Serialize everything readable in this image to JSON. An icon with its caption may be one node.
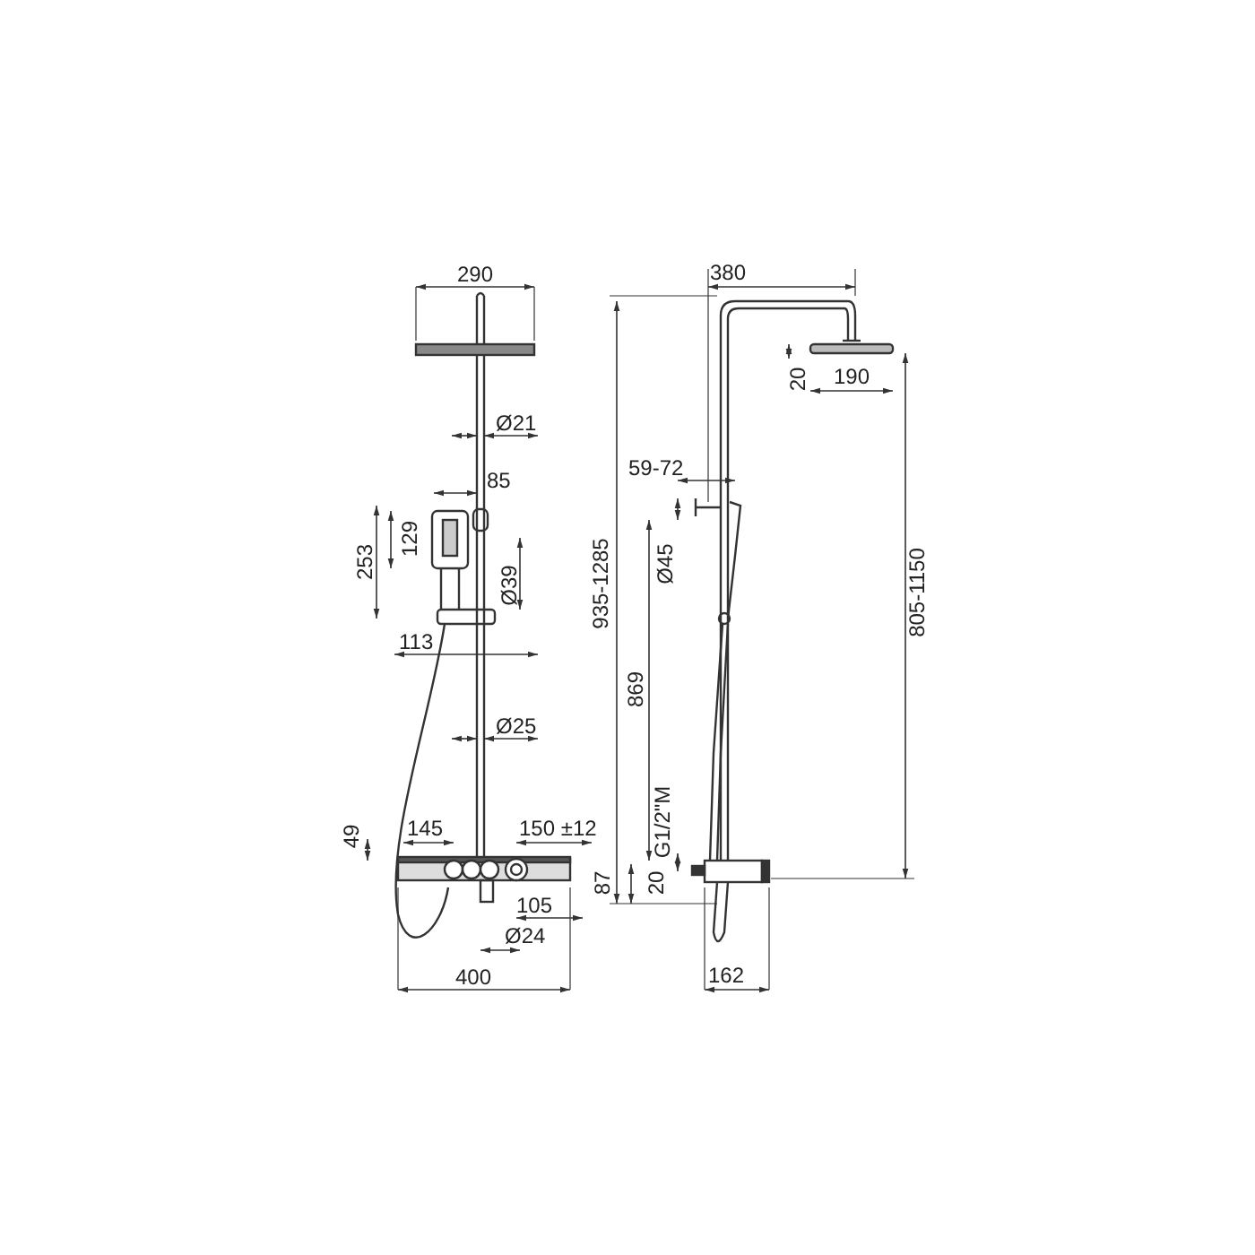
{
  "diagram": {
    "labels": [
      "290",
      "Ø21",
      "85",
      "129",
      "253",
      "Ø39",
      "113",
      "Ø25",
      "49",
      "145",
      "150 ±12",
      "105",
      "Ø24",
      "400",
      "380",
      "20",
      "190",
      "59-72",
      "Ø45",
      "935-1285",
      "869",
      "805-1150",
      "G1/2\"M",
      "87",
      "20",
      "162"
    ]
  }
}
